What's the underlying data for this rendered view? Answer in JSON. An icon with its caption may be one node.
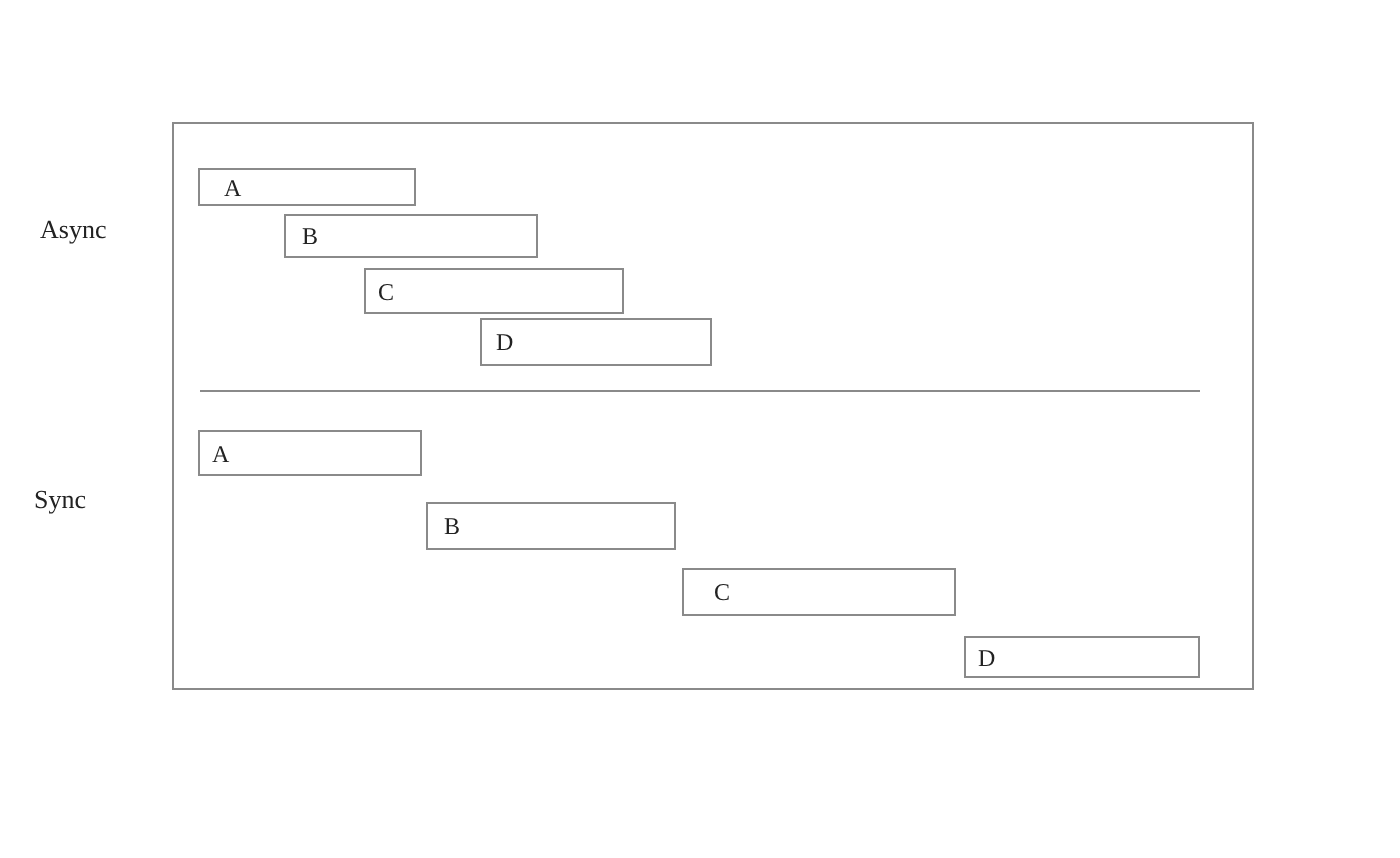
{
  "diagram": {
    "nodes": [
      {
        "text": [],
        "shape": "box"
      },
      {
        "text": [
          "A"
        ],
        "in": 0
      },
      {
        "text": [
          "B"
        ],
        "in": 0
      },
      {
        "text": [
          "C"
        ],
        "in": 0
      },
      {
        "text": [
          "D"
        ],
        "in": 0
      },
      {
        "text": [
          "A"
        ],
        "in": 0
      },
      {
        "text": [
          "B"
        ],
        "in": 0
      },
      {
        "text": [
          "C"
        ],
        "in": 0
      },
      {
        "text": [
          "D"
        ],
        "in": 0
      }
    ],
    "labels": [
      "Async",
      "Sync"
    ]
  }
}
